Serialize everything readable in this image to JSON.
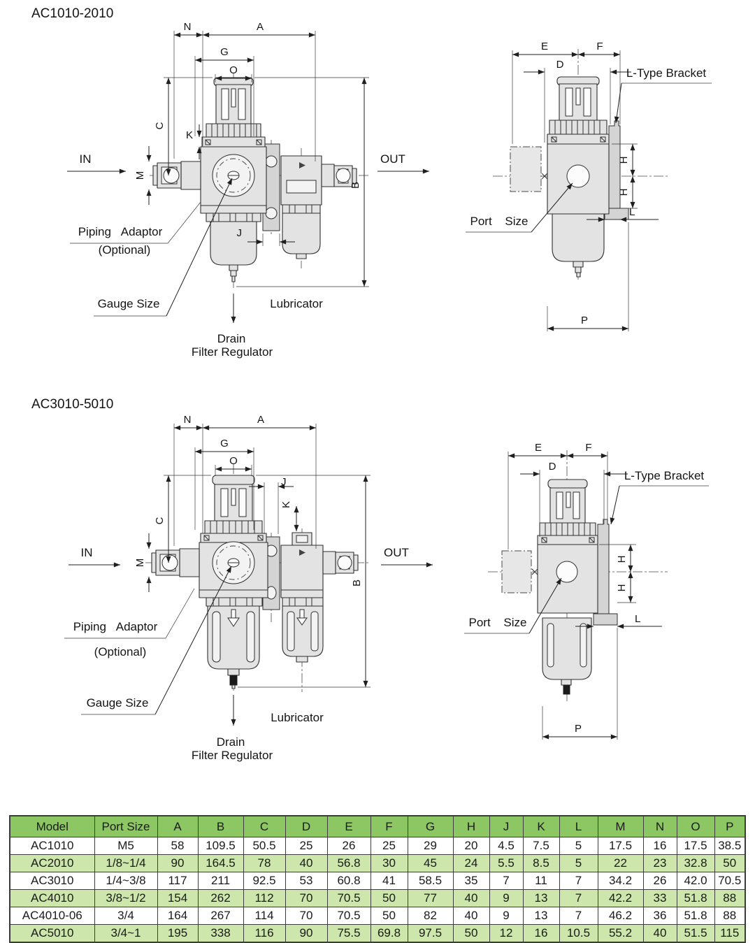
{
  "sections": [
    {
      "title": "AC1010-2010"
    },
    {
      "title": "AC3010-5010"
    }
  ],
  "dims": {
    "N": "N",
    "A": "A",
    "G": "G",
    "O": "O",
    "C": "C",
    "K": "K",
    "M": "M",
    "B": "B",
    "J": "J",
    "E": "E",
    "F": "F",
    "D": "D",
    "H": "H",
    "L": "L",
    "P": "P"
  },
  "annotations": {
    "in": "IN",
    "out": "OUT",
    "piping_adaptor": "Piping Adaptor",
    "optional": "(Optional)",
    "gauge_size": "Gauge Size",
    "drain": "Drain",
    "filter_regulator": "Filter Regulator",
    "lubricator": "Lubricator",
    "l_type_bracket": "L-Type Bracket",
    "port_size": "Port Size"
  },
  "table": {
    "headers": [
      "Model",
      "Port Size",
      "A",
      "B",
      "C",
      "D",
      "E",
      "F",
      "G",
      "H",
      "J",
      "K",
      "L",
      "M",
      "N",
      "O",
      "P"
    ],
    "rows": [
      [
        "AC1010",
        "M5",
        "58",
        "109.5",
        "50.5",
        "25",
        "26",
        "25",
        "29",
        "20",
        "4.5",
        "7.5",
        "5",
        "17.5",
        "16",
        "17.5",
        "38.5"
      ],
      [
        "AC2010",
        "1/8~1/4",
        "90",
        "164.5",
        "78",
        "40",
        "56.8",
        "30",
        "45",
        "24",
        "5.5",
        "8.5",
        "5",
        "22",
        "23",
        "32.8",
        "50"
      ],
      [
        "AC3010",
        "1/4~3/8",
        "117",
        "211",
        "92.5",
        "53",
        "60.8",
        "41",
        "58.5",
        "35",
        "7",
        "11",
        "7",
        "34.2",
        "26",
        "42.0",
        "70.5"
      ],
      [
        "AC4010",
        "3/8~1/2",
        "154",
        "262",
        "112",
        "70",
        "70.5",
        "50",
        "77",
        "40",
        "9",
        "13",
        "7",
        "42.2",
        "33",
        "51.8",
        "88"
      ],
      [
        "AC4010-06",
        "3/4",
        "164",
        "267",
        "114",
        "70",
        "70.5",
        "50",
        "82",
        "40",
        "9",
        "13",
        "7",
        "46.2",
        "36",
        "51.8",
        "88"
      ],
      [
        "AC5010",
        "3/4~1",
        "195",
        "338",
        "116",
        "90",
        "75.5",
        "69.8",
        "97.5",
        "50",
        "12",
        "16",
        "10.5",
        "55.2",
        "40",
        "51.5",
        "115"
      ]
    ],
    "style": {
      "header_bg": "#8dc763",
      "row_green": "#cde6ab",
      "row_white": "#ffffff",
      "border": "#3c3c3c",
      "text": "#1a1a1a"
    }
  }
}
